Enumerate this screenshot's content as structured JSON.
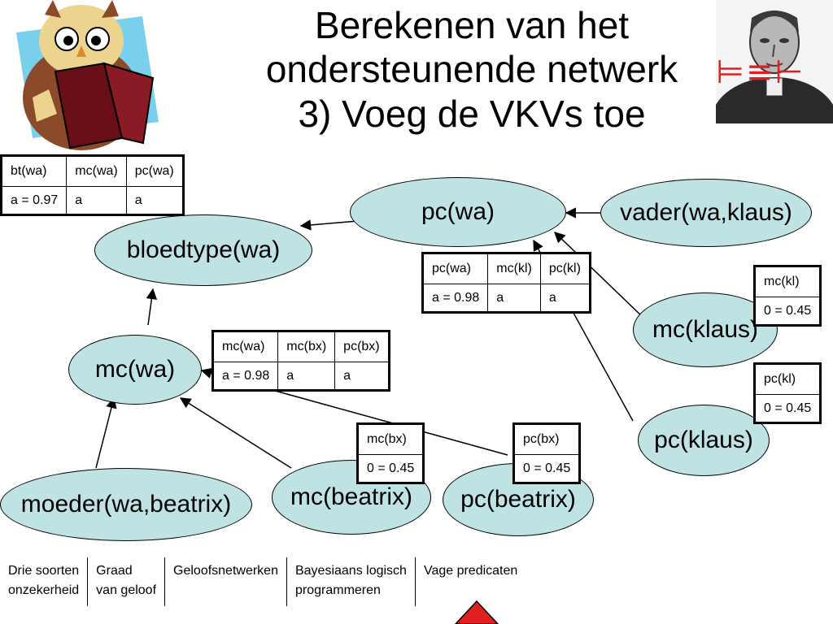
{
  "title": {
    "line1": "Berekenen van het",
    "line2": "ondersteunende netwerk",
    "line3": "3) Voeg de VKVs toe"
  },
  "logic_symbols": "⊨≡⊢",
  "nodes": {
    "pc_wa": "pc(wa)",
    "vader_wa_klaus": "vader(wa,klaus)",
    "bloedtype_wa": "bloedtype(wa)",
    "mc_klaus": "mc(klaus)",
    "mc_wa": "mc(wa)",
    "pc_klaus": "pc(klaus)",
    "moeder_wa_beatrix": "moeder(wa,beatrix)",
    "mc_beatrix": "mc(beatrix)",
    "pc_beatrix": "pc(beatrix)"
  },
  "tables": {
    "bt_wa": {
      "headers": [
        "bt(wa)",
        "mc(wa)",
        "pc(wa)"
      ],
      "row": [
        "a = 0.97",
        "a",
        "a"
      ]
    },
    "pc_wa": {
      "headers": [
        "pc(wa)",
        "mc(kl)",
        "pc(kl)"
      ],
      "row": [
        "a = 0.98",
        "a",
        "a"
      ]
    },
    "mc_wa": {
      "headers": [
        "mc(wa)",
        "mc(bx)",
        "pc(bx)"
      ],
      "row": [
        "a = 0.98",
        "a",
        "a"
      ]
    },
    "mc_kl": {
      "headers": [
        "mc(kl)"
      ],
      "row": [
        "0 = 0.45"
      ]
    },
    "pc_kl": {
      "headers": [
        "pc(kl)"
      ],
      "row": [
        "0 = 0.45"
      ]
    },
    "mc_bx": {
      "headers": [
        "mc(bx)"
      ],
      "row": [
        "0 = 0.45"
      ]
    },
    "pc_bx": {
      "headers": [
        "pc(bx)"
      ],
      "row": [
        "0 = 0.45"
      ]
    }
  },
  "footer": [
    "Drie soorten\nonzekerheid",
    "Graad\nvan geloof",
    "Geloofsnetwerken",
    "Bayesiaans logisch\nprogrammeren",
    "Vage predicaten"
  ],
  "colors": {
    "node_fill": "#bfe3e3",
    "accent_red": "#e02020"
  }
}
